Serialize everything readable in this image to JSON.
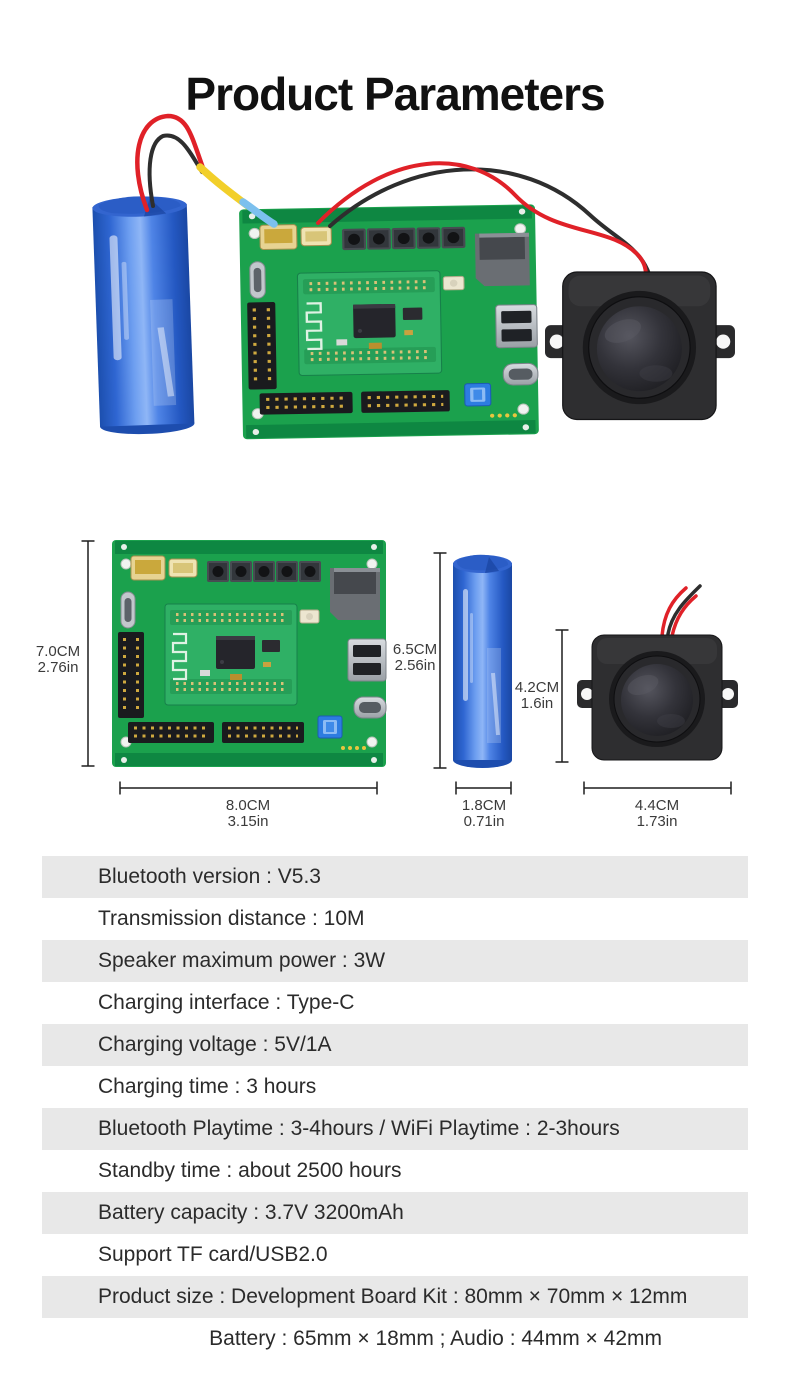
{
  "title": "Product Parameters",
  "dimensions": {
    "board": {
      "height_cm": "7.0CM",
      "height_in": "2.76in",
      "width_cm": "8.0CM",
      "width_in": "3.15in"
    },
    "battery": {
      "height_cm": "6.5CM",
      "height_in": "2.56in",
      "width_cm": "1.8CM",
      "width_in": "0.71in"
    },
    "speaker": {
      "height_cm": "4.2CM",
      "height_in": "1.6in",
      "width_cm": "4.4CM",
      "width_in": "1.73in"
    }
  },
  "specs": {
    "rows": [
      "Bluetooth version : V5.3",
      "Transmission distance : 10M",
      "Speaker maximum power : 3W",
      "Charging interface : Type-C",
      "Charging voltage : 5V/1A",
      "Charging time : 3 hours",
      "Bluetooth Playtime : 3-4hours / WiFi Playtime : 2-3hours",
      "Standby time : about 2500 hours",
      "Battery capacity : 3.7V 3200mAh",
      "Support TF card/USB2.0",
      "Product size : Development Board Kit : 80mm × 70mm × 12mm",
      "Battery : 65mm × 18mm ; Audio : 44mm × 42mm"
    ]
  },
  "colors": {
    "row_shade": "#e8e8e8",
    "text": "#2b2b2b",
    "title": "#111111",
    "pcb_green": "#1ba14d",
    "pcb_module_green": "#2fb065",
    "battery_blue": "#2f6bdc",
    "speaker_black": "#2e2e30",
    "wire_red": "#e02128",
    "wire_black": "#2e2e2e",
    "sleeve_yellow": "#f2cf2a",
    "sleeve_blue": "#7cc0ee",
    "dimension_line": "#1f1f1f"
  }
}
